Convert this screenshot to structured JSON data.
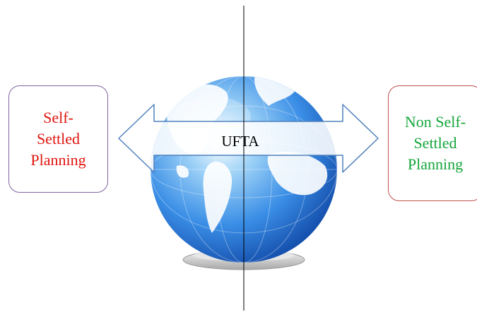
{
  "left_box": {
    "text": "Self-Settled Planning",
    "text_color": "#e0140e",
    "border_color": "#8064a2"
  },
  "right_box": {
    "text": "Non Self-Settled Planning",
    "text_color": "#14a63a",
    "border_color": "#c0504d"
  },
  "arrow": {
    "label": "UFTA",
    "border_color": "#4f81bd"
  },
  "globe": {
    "icon": "globe-icon",
    "colors": [
      "#1e6fd6",
      "#8ec8f5",
      "#ffffff"
    ]
  },
  "divider": {
    "color": "#000000"
  }
}
